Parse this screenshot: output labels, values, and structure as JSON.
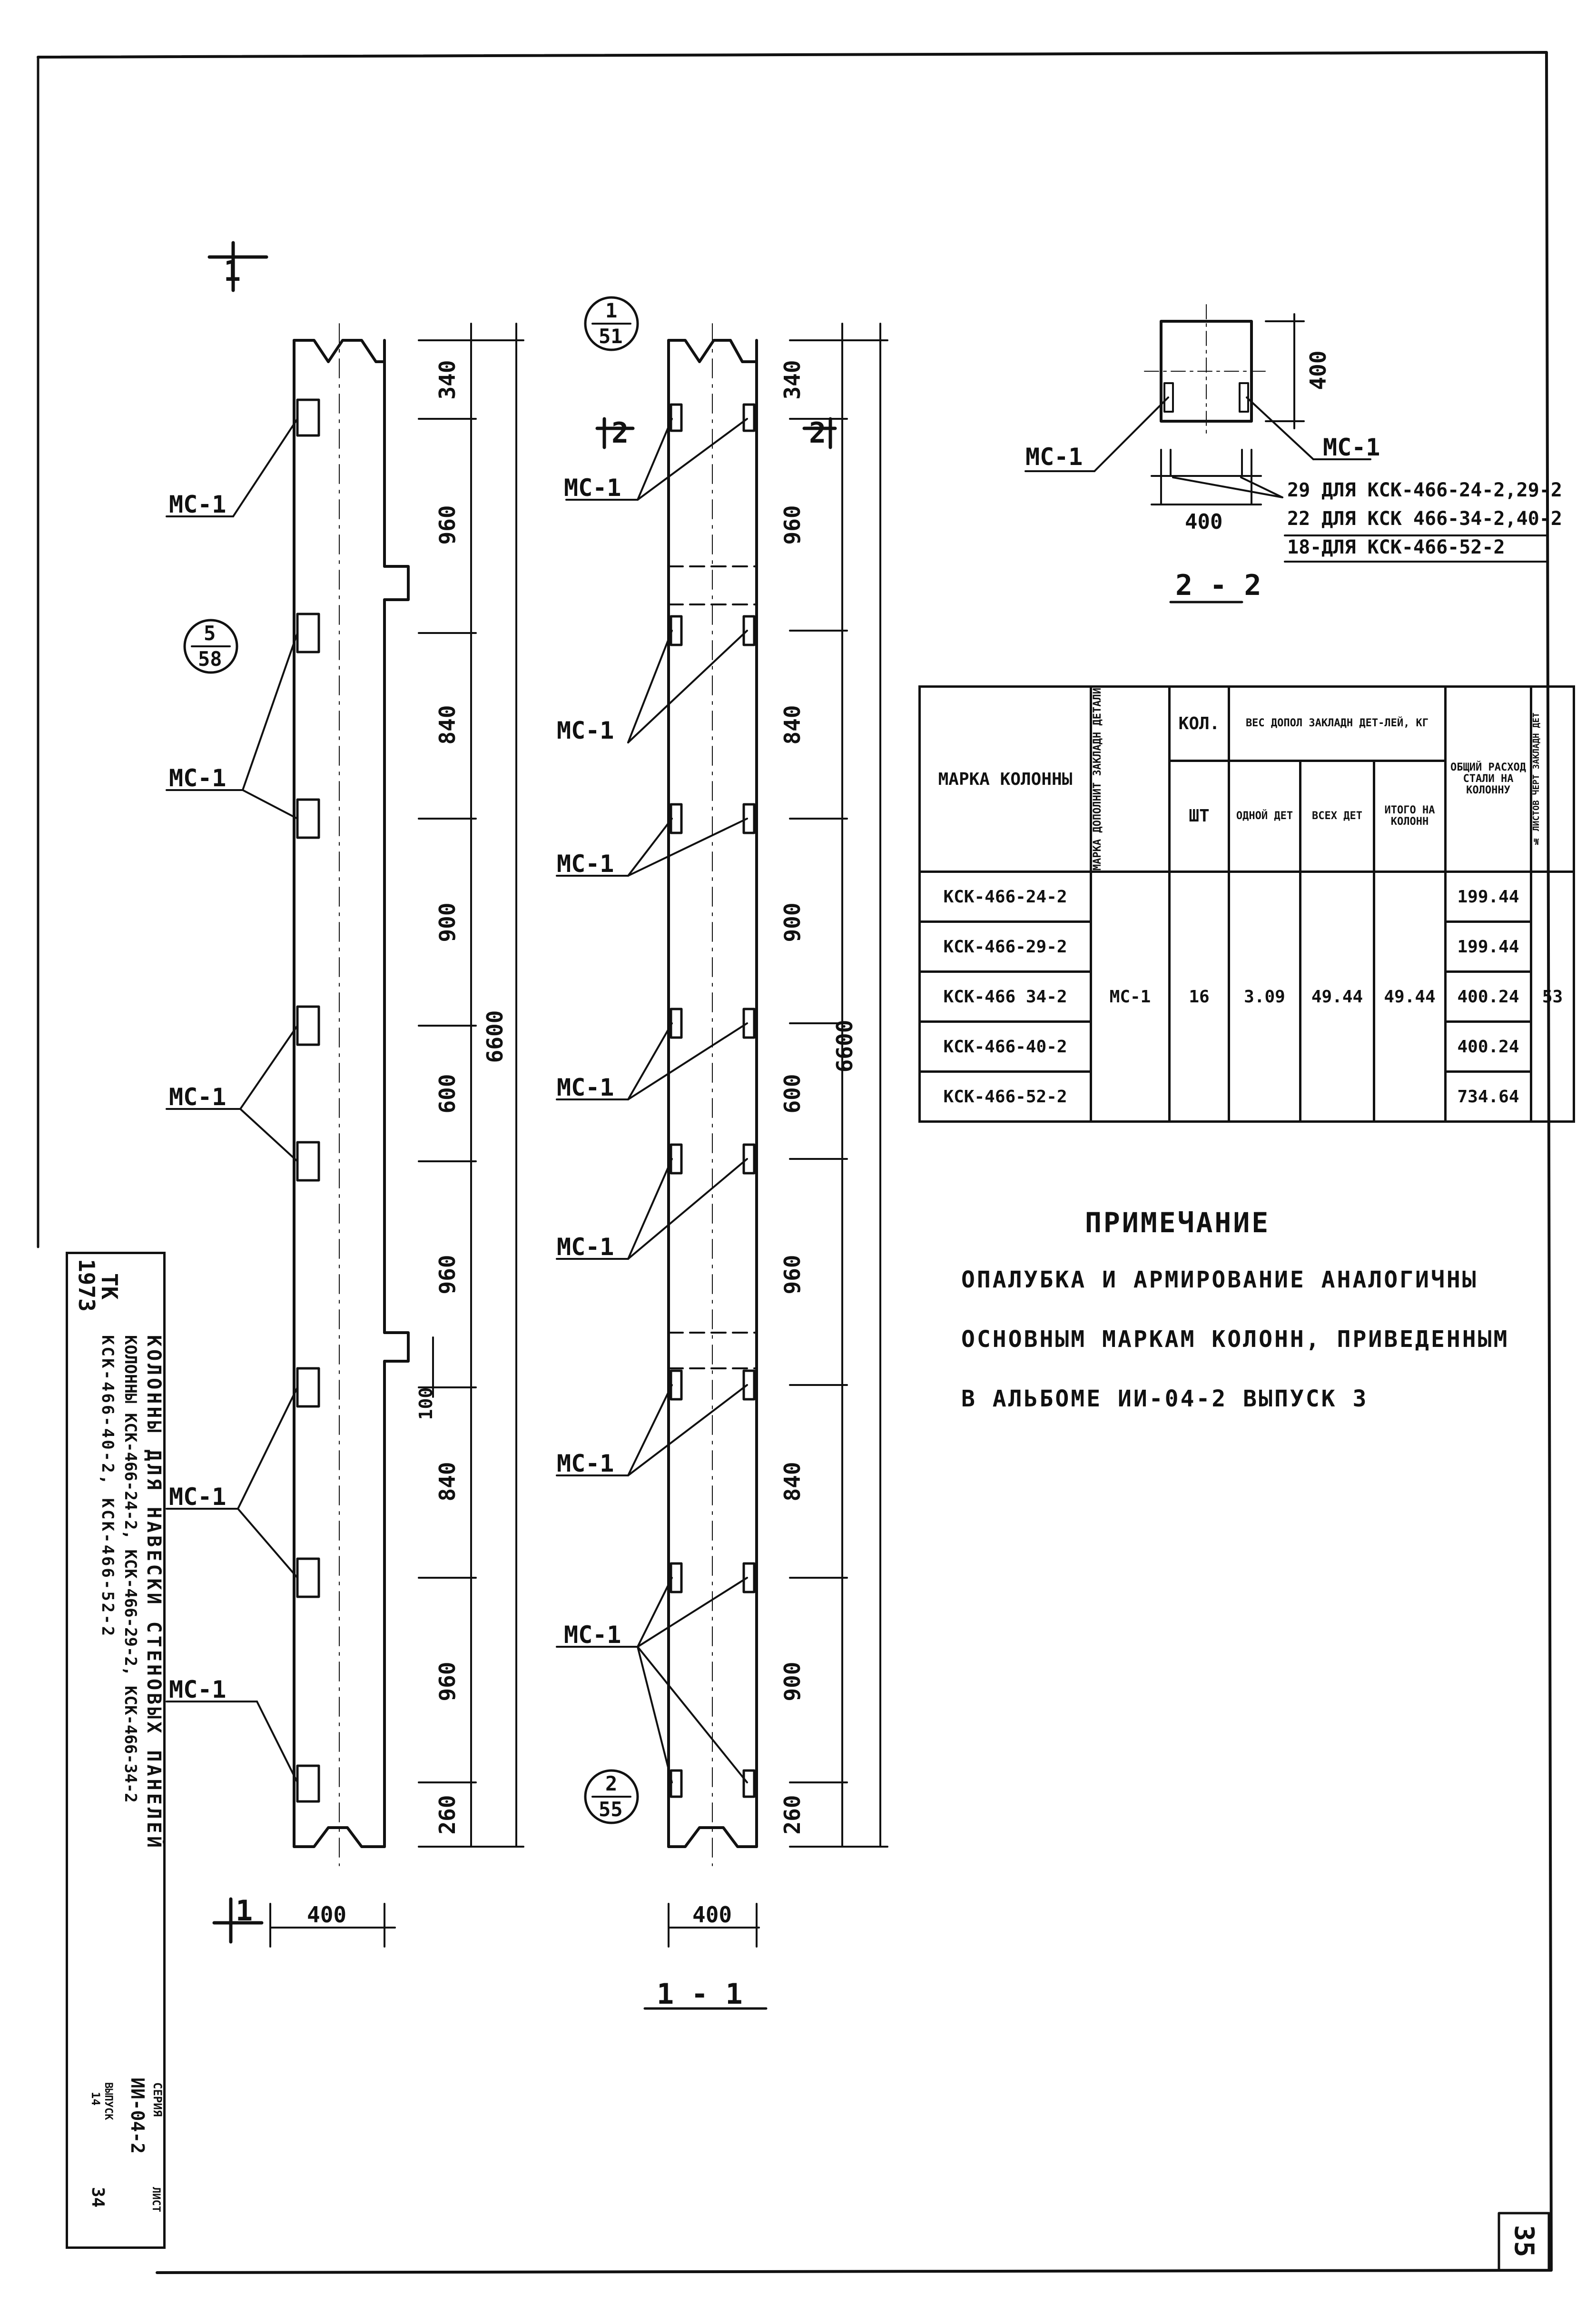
{
  "drawing": {
    "section_1_mark": "1",
    "section_2_mark": "2",
    "callout_5_58": {
      "top": "5",
      "bottom": "58"
    },
    "callout_1_51": {
      "top": "1",
      "bottom": "51"
    },
    "callout_2_55": {
      "top": "2",
      "bottom": "55"
    },
    "mc_label": "МС-1",
    "dims_left": [
      "340",
      "960",
      "840",
      "900",
      "600",
      "960",
      "840",
      "960",
      "260"
    ],
    "dims_right": [
      "340",
      "960",
      "840",
      "900",
      "600",
      "960",
      "840",
      "900",
      "260"
    ],
    "overall_dim": "6600",
    "width_dim": "400",
    "small_dim": "100",
    "section_11_label": "1 - 1",
    "section_22_label": "2 - 2",
    "section22": {
      "height_dim": "400",
      "width_dim": "400",
      "lines": [
        "29 ДЛЯ КСК-466-24-2,29-2",
        "22 ДЛЯ КСК 466-34-2,40-2",
        "18-ДЛЯ КСК-466-52-2"
      ]
    }
  },
  "spec_table": {
    "headers": {
      "mark": "МАРКА КОЛОННЫ",
      "embed_mark": "МАРКА ДОПОЛНИТ ЗАКЛАДН ДЕТАЛИ",
      "qty": "КОЛ.",
      "qty_unit": "ШТ",
      "weight": "ВЕС ДОПОЛ ЗАКЛАДН ДЕТ-ЛЕЙ, КГ",
      "w_one": "ОДНОЙ ДЕТ",
      "w_all": "ВСЕХ ДЕТ",
      "w_total": "ИТОГО НА КОЛОНН",
      "steel": "ОБЩИЙ РАСХОД СТАЛИ НА КОЛОННУ",
      "sheet_ref": "№ ЛИСТОВ ЧЕРТ ЗАКЛАДН ДЕТ"
    },
    "rows": [
      {
        "mark": "КСК-466-24-2",
        "steel": "199.44"
      },
      {
        "mark": "КСК-466-29-2",
        "steel": "199.44"
      },
      {
        "mark": "КСК-466 34-2",
        "steel": "400.24"
      },
      {
        "mark": "КСК-466-40-2",
        "steel": "400.24"
      },
      {
        "mark": "КСК-466-52-2",
        "steel": "734.64"
      }
    ],
    "shared": {
      "embed_mark": "МС-1",
      "qty": "16",
      "w_one": "3.09",
      "w_all": "49.44",
      "w_total": "49.44",
      "sheet_ref": "53"
    }
  },
  "note": {
    "title": "ПРИМЕЧАНИЕ",
    "lines": [
      "ОПАЛУБКА И АРМИРОВАНИЕ АНАЛОГИЧНЫ",
      "ОСНОВНЫМ МАРКАМ КОЛОНН, ПРИВЕДЕННЫМ",
      "В АЛЬБОМЕ ИИ-04-2 ВЫПУСК 3"
    ]
  },
  "title_block": {
    "year": "1973",
    "org": "ТК",
    "title_line1": "КОЛОННЫ ДЛЯ НАВЕСКИ СТЕНОВЫХ ПАНЕЛЕЙ",
    "title_line2": "КОЛОННЫ КСК-466-24-2, КСК-466-29-2, КСК-466-34-2",
    "title_line3": "КСК-466-40-2, КСК-466-52-2",
    "series_label": "СЕРИЯ",
    "series": "ИИ-04-2",
    "issue_label": "ВЫПУСК",
    "issue": "14",
    "sheet_label": "ЛИСТ",
    "sheet": "34"
  },
  "page_number": "35"
}
